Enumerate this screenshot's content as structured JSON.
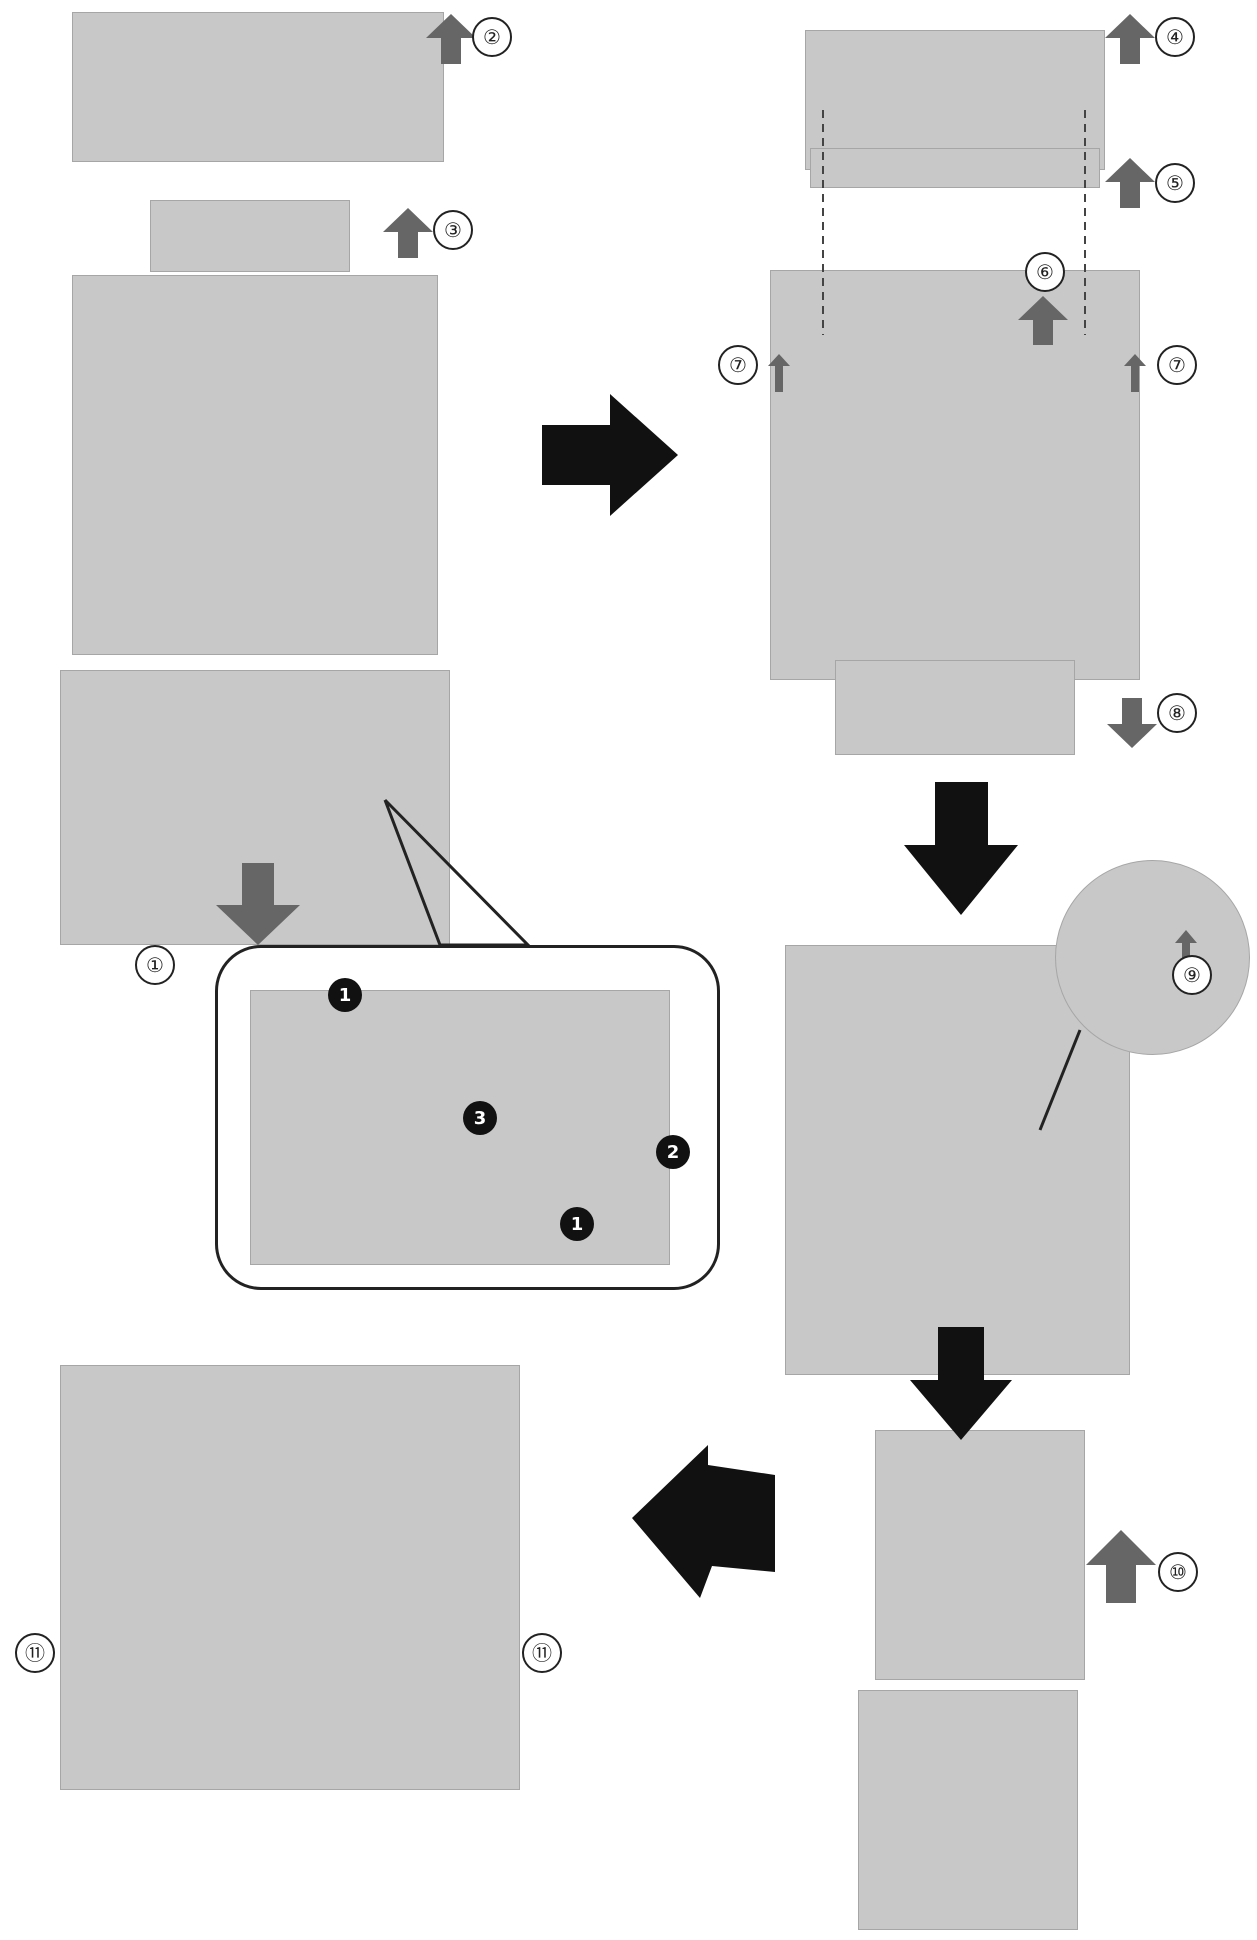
{
  "steps": {
    "s1": "①",
    "s2": "②",
    "s3": "③",
    "s4": "④",
    "s5": "⑤",
    "s6": "⑥",
    "s7": "⑦",
    "s8": "⑧",
    "s9": "⑨",
    "s10": "⑩",
    "s11": "⑪"
  },
  "inset_steps": {
    "a": "1",
    "b": "2",
    "c": "3"
  },
  "colors": {
    "flow_arrow": "#111111",
    "step_arrow": "#666666",
    "placeholder": "#c8c8c8"
  }
}
